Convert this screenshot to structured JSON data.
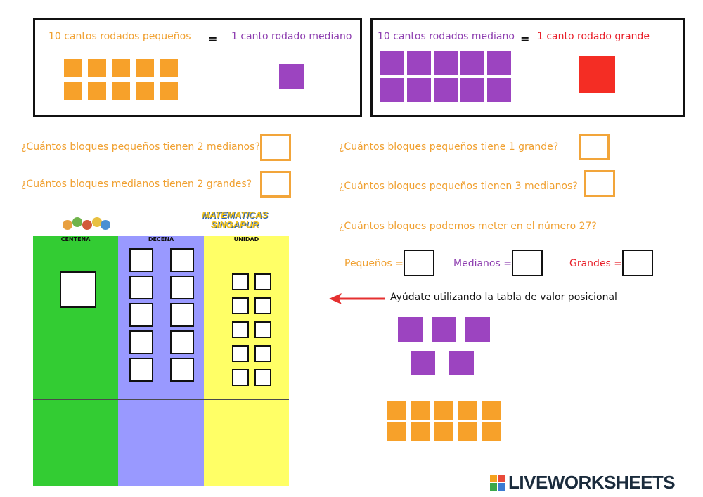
{
  "equivalences": {
    "left": {
      "text1": "10 cantos rodados pequeños",
      "eq": "=",
      "text2": "1 canto rodado mediano"
    },
    "right": {
      "text1": "10 cantos rodados mediano",
      "eq": "=",
      "text2": "1 canto rodado grande"
    }
  },
  "questions": {
    "q1": "¿Cuántos bloques pequeños tienen 2 medianos?",
    "q2": "¿Cuántos bloques medianos tienen 2 grandes?",
    "q3": "¿Cuántos bloques pequeños tiene 1 grande?",
    "q4": "¿Cuántos bloques pequeños tienen 3 medianos?",
    "q5": "¿Cuántos bloques podemos meter en el número 27?"
  },
  "answers": {
    "pequenos_label": "Pequeños =",
    "medianos_label": "Medianos =",
    "grandes_label": "Grandes ="
  },
  "hint": "Ayúdate utilizando la tabla de valor posicional",
  "table": {
    "headers": [
      "CENTENA",
      "DECENA",
      "UNIDAD"
    ],
    "colors": {
      "centena": "#33cc33",
      "decena": "#9999ff",
      "unidad": "#ffff66"
    },
    "brand": "MATEMATICAS SINGAPUR"
  },
  "footer": {
    "logo": "LIVEWORKSHEETS"
  }
}
